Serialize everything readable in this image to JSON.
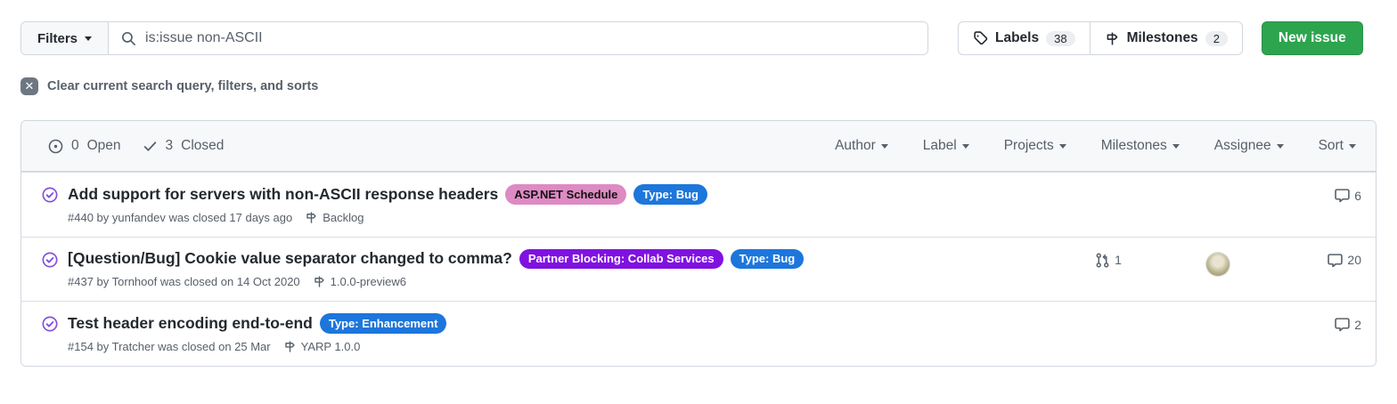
{
  "toolbar": {
    "filters": {
      "label": "Filters"
    },
    "search": {
      "value": "is:issue non-ASCII"
    },
    "labels_button": {
      "label": "Labels",
      "count": "38"
    },
    "milestones_button": {
      "label": "Milestones",
      "count": "2"
    },
    "new_issue": {
      "label": "New issue"
    }
  },
  "clear_bar": {
    "icon": "x-icon",
    "label": "Clear current search query, filters, and sorts"
  },
  "list_header": {
    "open_count": "0",
    "open_label": "Open",
    "closed_count": "3",
    "closed_label": "Closed",
    "filters": [
      {
        "label": "Author"
      },
      {
        "label": "Label"
      },
      {
        "label": "Projects"
      },
      {
        "label": "Milestones"
      },
      {
        "label": "Assignee"
      },
      {
        "label": "Sort"
      }
    ]
  },
  "issues": [
    {
      "title": "Add support for servers with non-ASCII response headers",
      "labels": [
        {
          "text": "ASP.NET Schedule",
          "bg": "#de8ac3",
          "fg": "#111111"
        },
        {
          "text": "Type: Bug",
          "bg": "#1d76db",
          "fg": "#ffffff"
        }
      ],
      "meta": "#440 by yunfandev was closed 17 days ago",
      "milestone": "Backlog",
      "comments": "6"
    },
    {
      "title": "[Question/Bug] Cookie value separator changed to comma?",
      "labels": [
        {
          "text": "Partner Blocking: Collab Services",
          "bg": "#8012e1",
          "fg": "#ffffff"
        },
        {
          "text": "Type: Bug",
          "bg": "#1d76db",
          "fg": "#ffffff"
        }
      ],
      "meta": "#437 by Tornhoof was closed on 14 Oct 2020",
      "milestone": "1.0.0-preview6",
      "linked_prs": "1",
      "comments": "20"
    },
    {
      "title": "Test header encoding end-to-end",
      "labels": [
        {
          "text": "Type: Enhancement",
          "bg": "#1d76db",
          "fg": "#ffffff"
        }
      ],
      "meta": "#154 by Tratcher was closed on 25 Mar",
      "milestone": "YARP 1.0.0",
      "comments": "2"
    }
  ],
  "colors": {
    "new_issue_green": "#2da44e",
    "closed_purple": "#8250df",
    "border": "#d0d7de",
    "muted_text": "#57606a",
    "header_bg": "#f6f8fa"
  }
}
